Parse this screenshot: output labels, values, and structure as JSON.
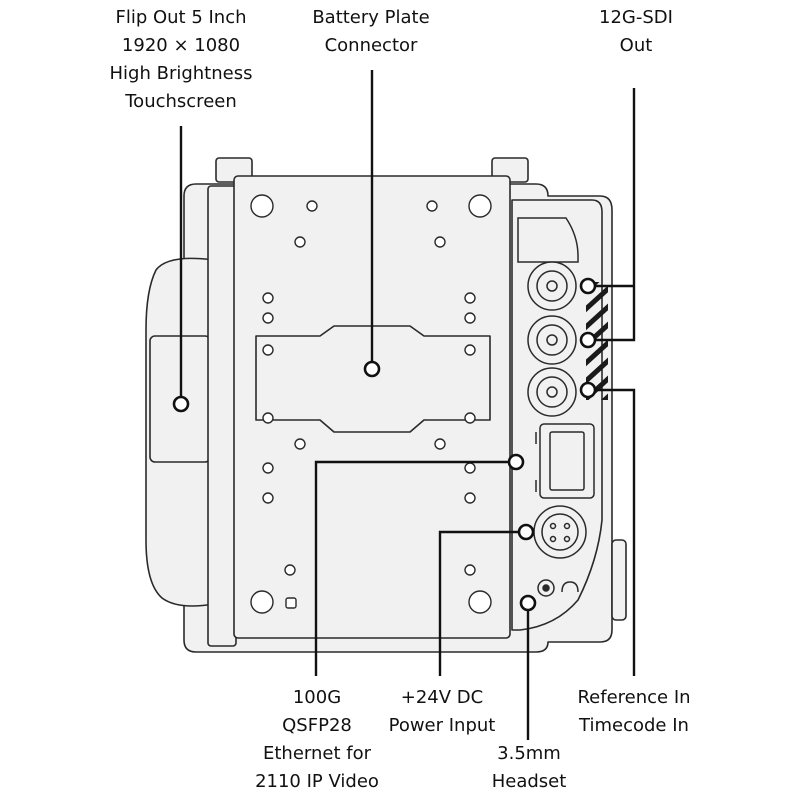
{
  "callouts": {
    "touchscreen": [
      "Flip Out 5 Inch",
      "1920 × 1080",
      "High Brightness",
      "Touchscreen"
    ],
    "battery": [
      "Battery Plate",
      "Connector"
    ],
    "sdi": [
      "12G-SDI",
      "Out"
    ],
    "ethernet": [
      "100G",
      "QSFP28",
      "Ethernet for",
      "2110 IP Video"
    ],
    "power": [
      "+24V DC",
      "Power Input"
    ],
    "headset": [
      "3.5mm",
      "Headset"
    ],
    "reference": [
      "Reference In",
      "Timecode In"
    ]
  },
  "colors": {
    "body": "#f1f1f1",
    "outline": "#2a2a2a",
    "leader": "#111111",
    "stripe": "#1a1a1a"
  }
}
